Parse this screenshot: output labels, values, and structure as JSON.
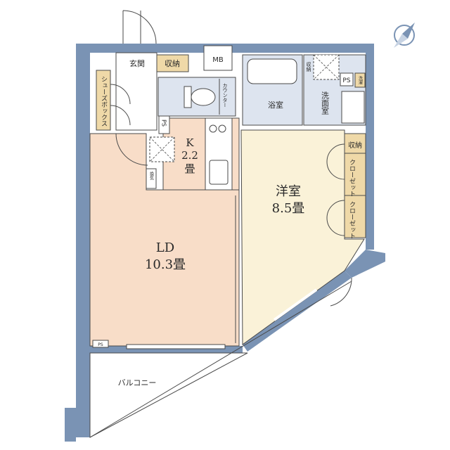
{
  "rooms": {
    "entrance": "玄関",
    "storage_top": "収納",
    "mb": "MB",
    "shoe_box": "シューズボックス",
    "counter": "カウンター",
    "bath": "浴室",
    "storage_small": "収納",
    "washroom": "洗面室",
    "ps_top": "PS",
    "washer": "洗濯",
    "ps_kitchen": "PS",
    "kitchen_name": "K",
    "kitchen_size": "2.2",
    "kitchen_unit": "畳",
    "storage_western": "収納",
    "closet_1": "クローゼット",
    "closet_2": "クローゼット",
    "western_name": "洋室",
    "western_size": "8.5畳",
    "ld_name": "LD",
    "ld_size": "10.3畳",
    "balcony": "バルコニー",
    "ps_bottom": "PS",
    "kanki": "換気"
  },
  "colors": {
    "wall": "#7a93b4",
    "ld_floor": "#f8ddc8",
    "western_floor": "#faf2d8",
    "wet_floor": "#dde4ef",
    "storage_floor": "#efd9a8",
    "line": "#4a4a4a"
  },
  "icons": {
    "compass": "compass-north-icon"
  }
}
